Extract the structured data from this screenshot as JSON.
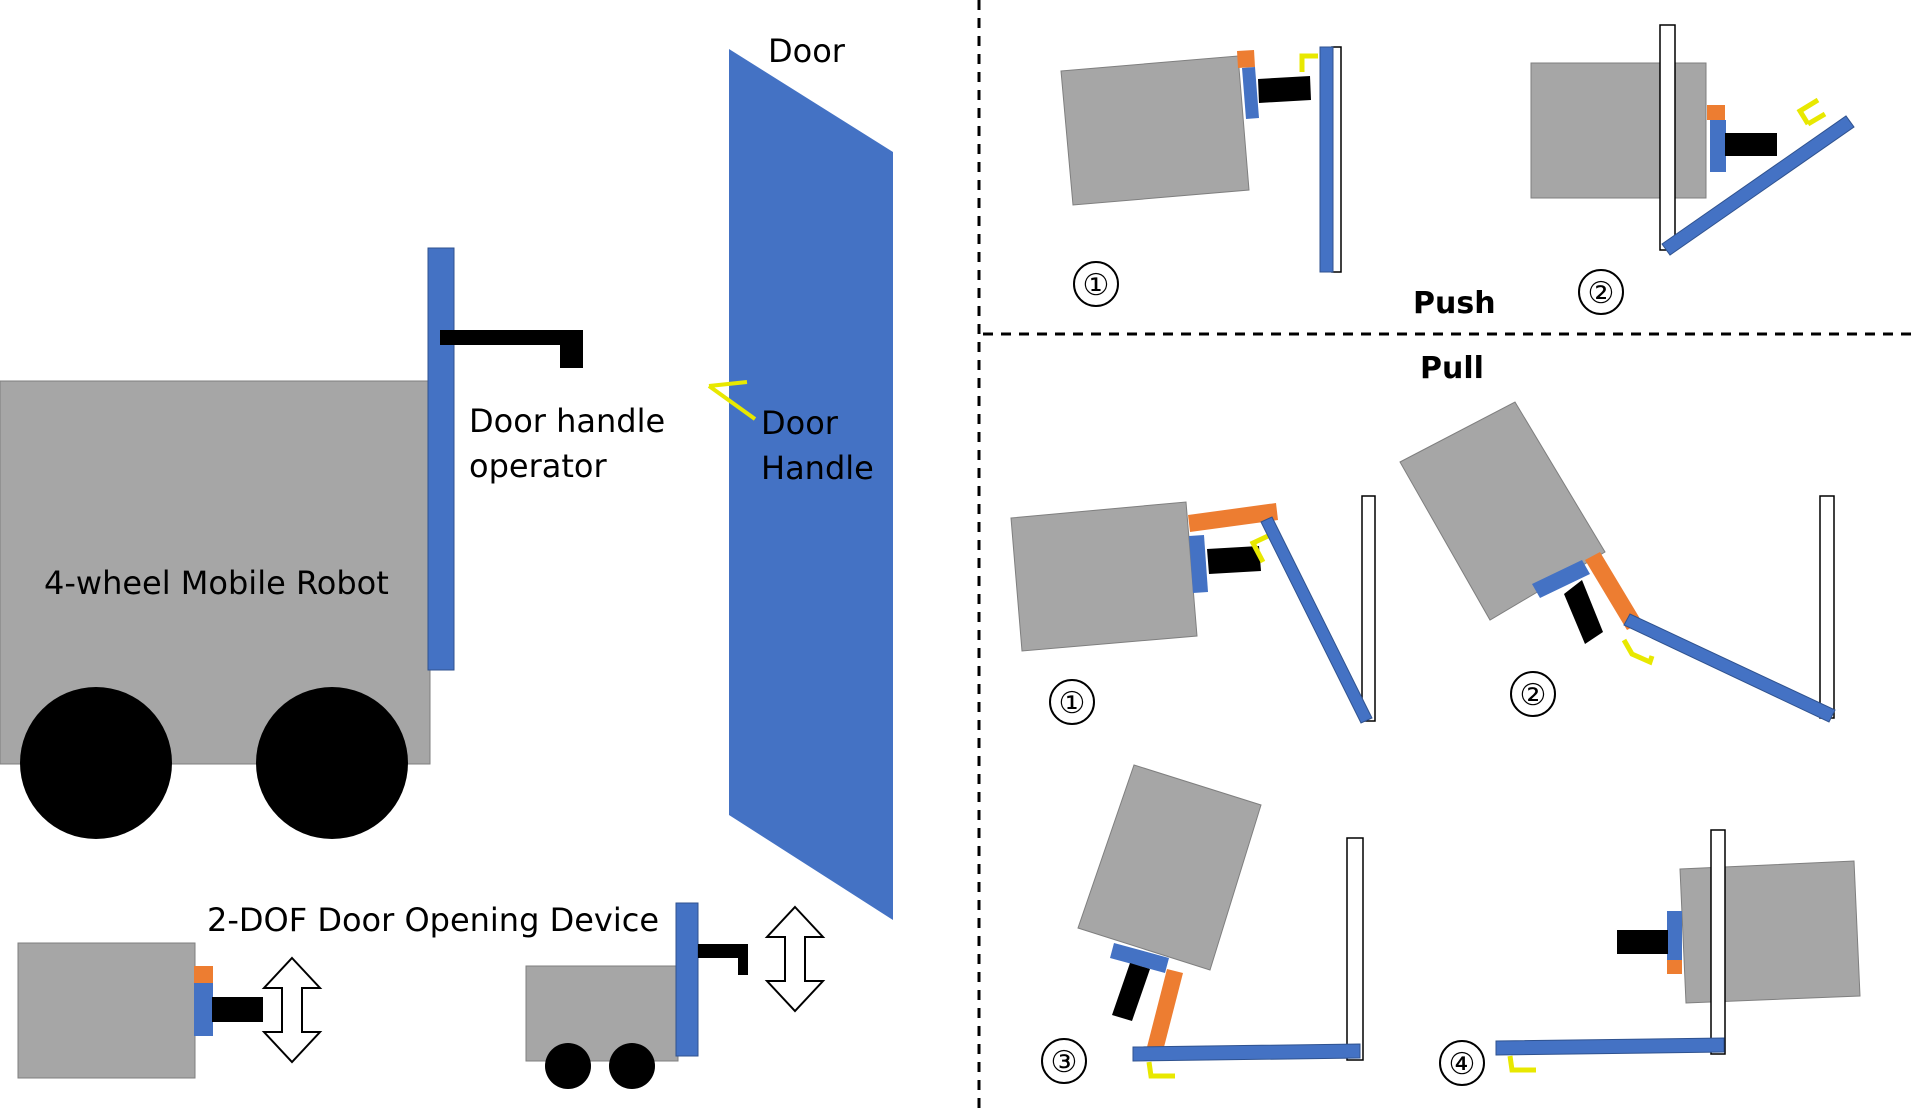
{
  "labels": {
    "robot": "4-wheel Mobile Robot",
    "operator_line1": "Door handle",
    "operator_line2": "operator",
    "door": "Door",
    "handle_line1": "Door",
    "handle_line2": "Handle",
    "device": "2-DOF Door Opening Device",
    "push": "Push",
    "pull": "Pull"
  },
  "steps": {
    "push1": "①",
    "push2": "②",
    "pull1": "①",
    "pull2": "②",
    "pull3": "③",
    "pull4": "④"
  },
  "colors": {
    "body": "#a6a6a6",
    "door": "#4472c4",
    "arm": "#000000",
    "link": "#ed7d31",
    "handle": "#ffff00",
    "wheel": "#000000",
    "frame": "#ffffff"
  }
}
